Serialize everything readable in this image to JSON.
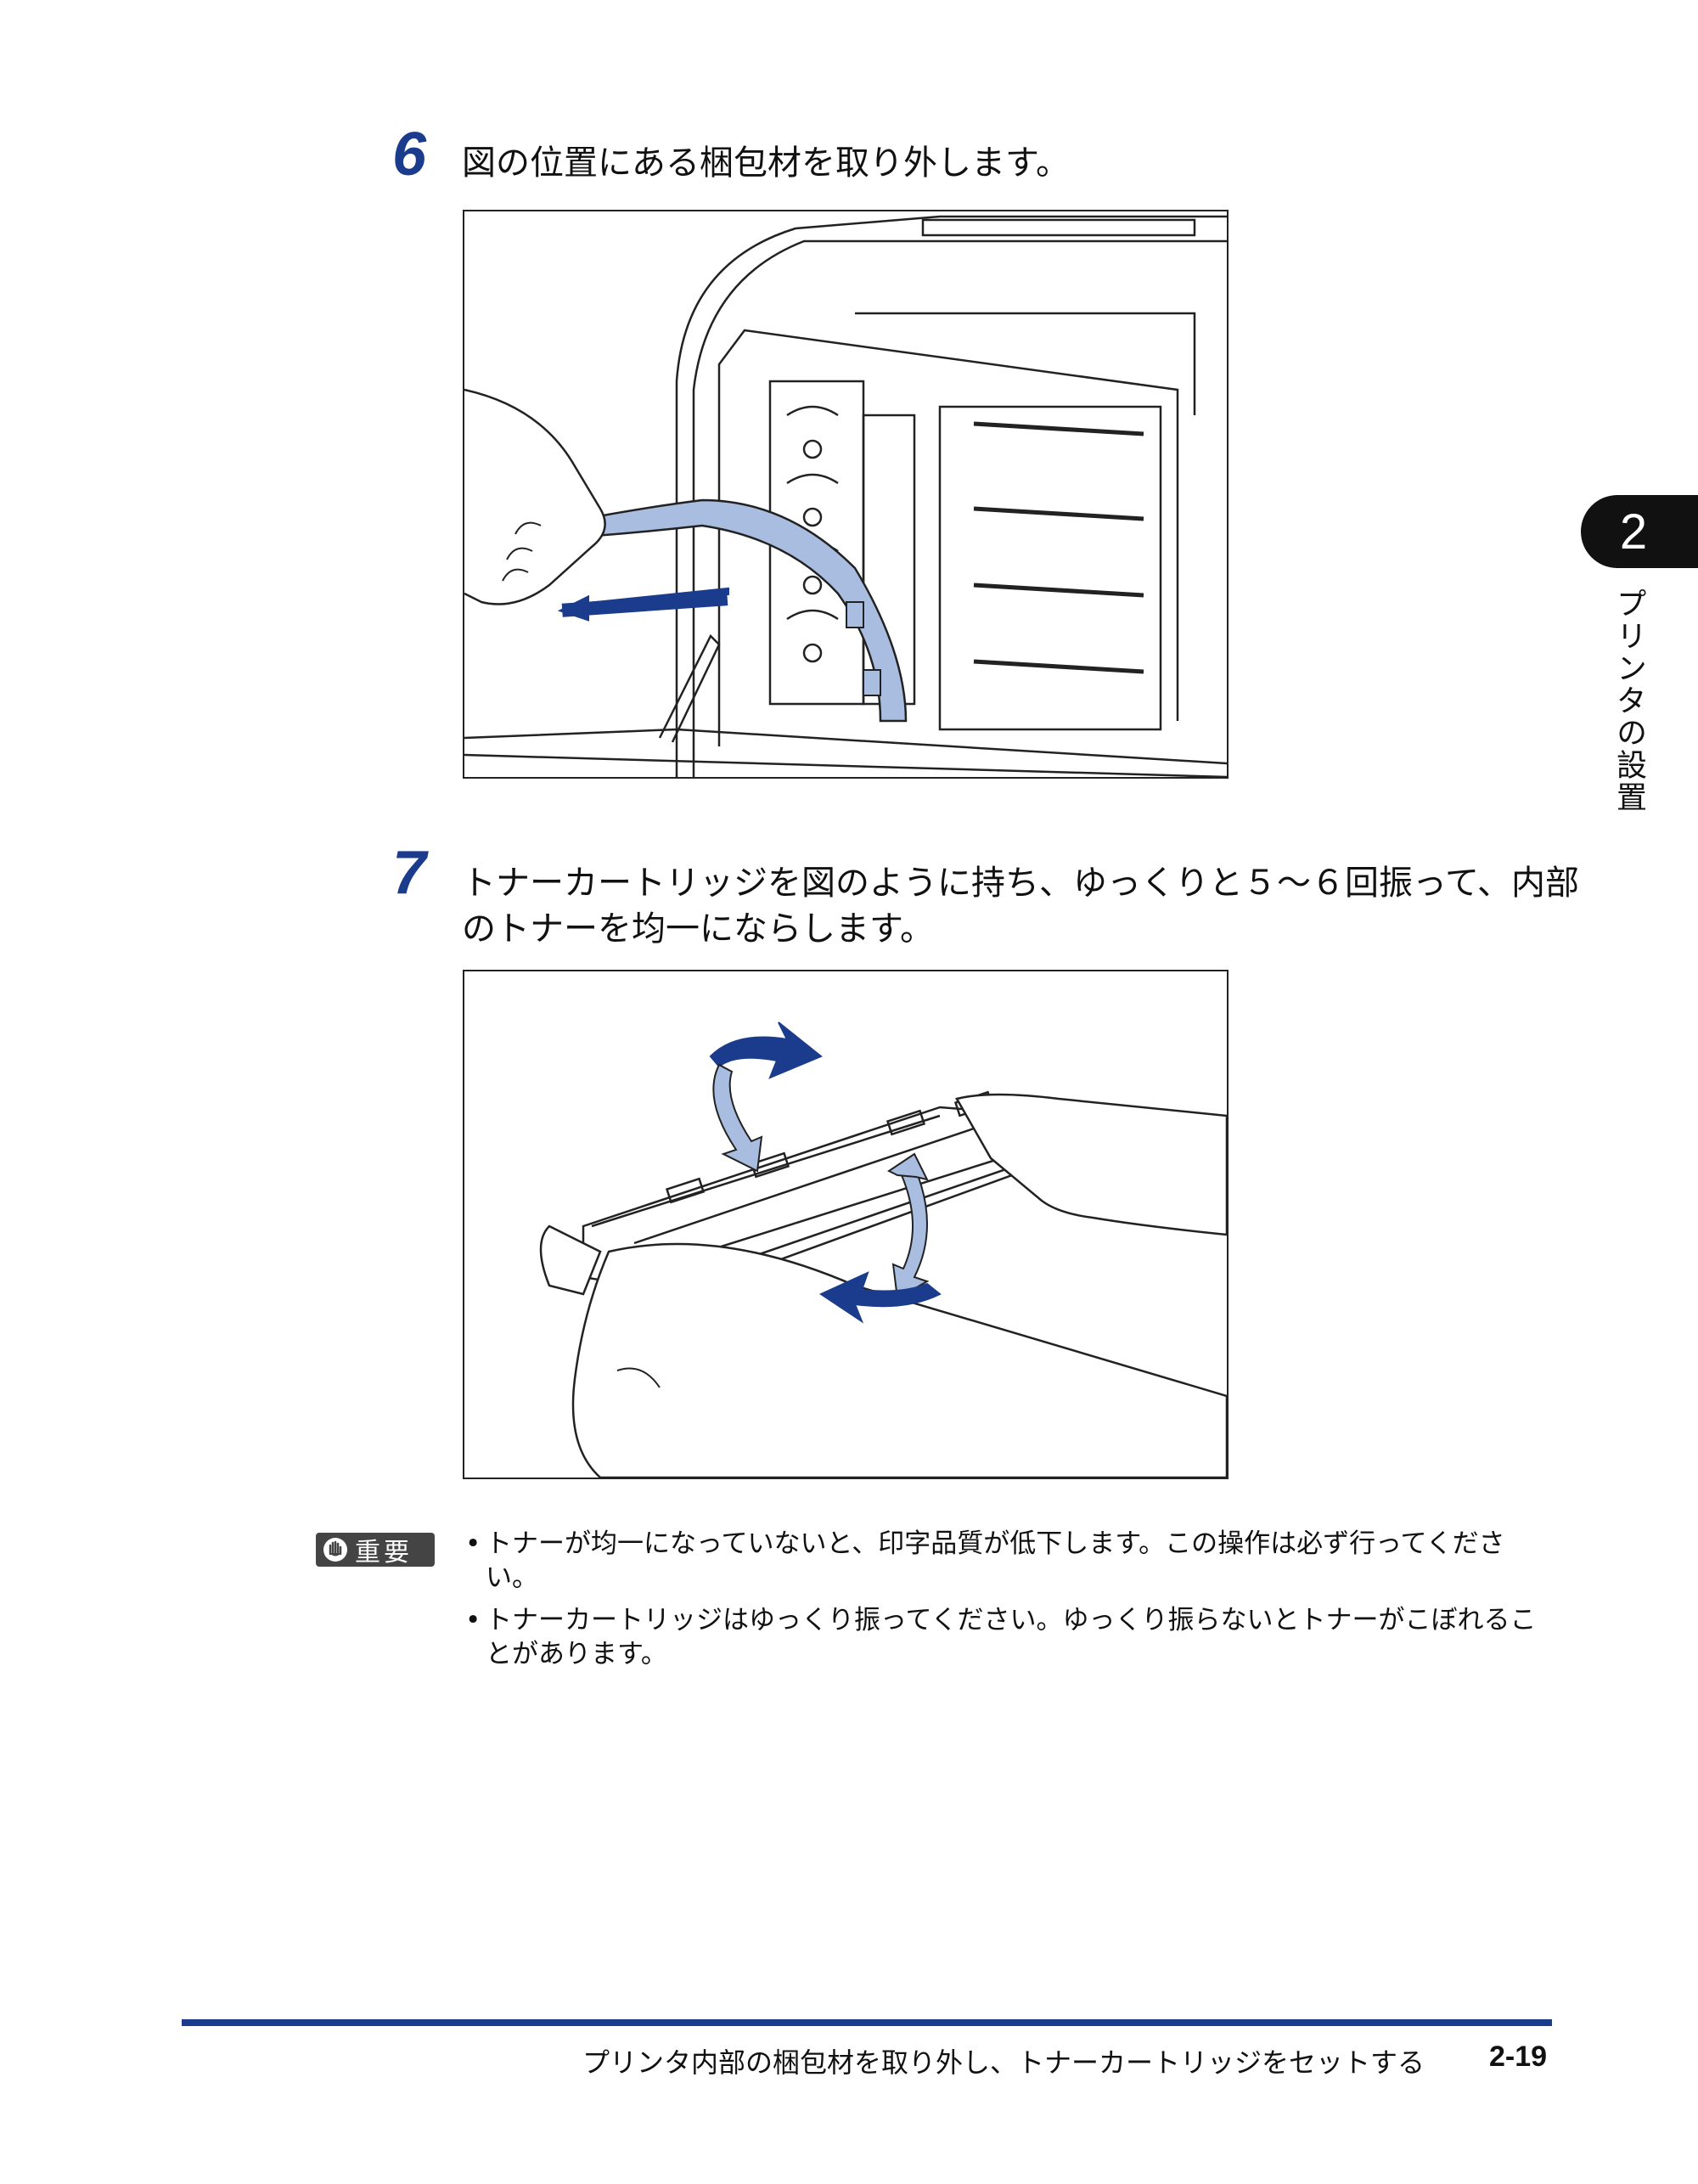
{
  "steps": [
    {
      "number": "6",
      "text": "図の位置にある梱包材を取り外します。"
    },
    {
      "number": "7",
      "text_line1": "トナーカートリッジを図のように持ち、ゆっくりと５～６回振って、内部",
      "text_line2": "のトナーを均一にならします。"
    }
  ],
  "chapter": {
    "number": "2",
    "title": "プリンタの設置"
  },
  "important": {
    "label": "重要",
    "icon": "hand-stop-icon",
    "items": [
      "トナーが均一になっていないと、印字品質が低下します。この操作は必ず行ってください。",
      "トナーカートリッジはゆっくり振ってください。ゆっくり振らないとトナーがこぼれることがあります。"
    ],
    "bullet": "•"
  },
  "footer": {
    "title": "プリンタ内部の梱包材を取り外し、トナーカートリッジをセットする",
    "page": "2-19"
  },
  "colors": {
    "accent_blue": "#1b3c8c",
    "illustration_fill": "#a9bde0",
    "line": "#222222"
  }
}
